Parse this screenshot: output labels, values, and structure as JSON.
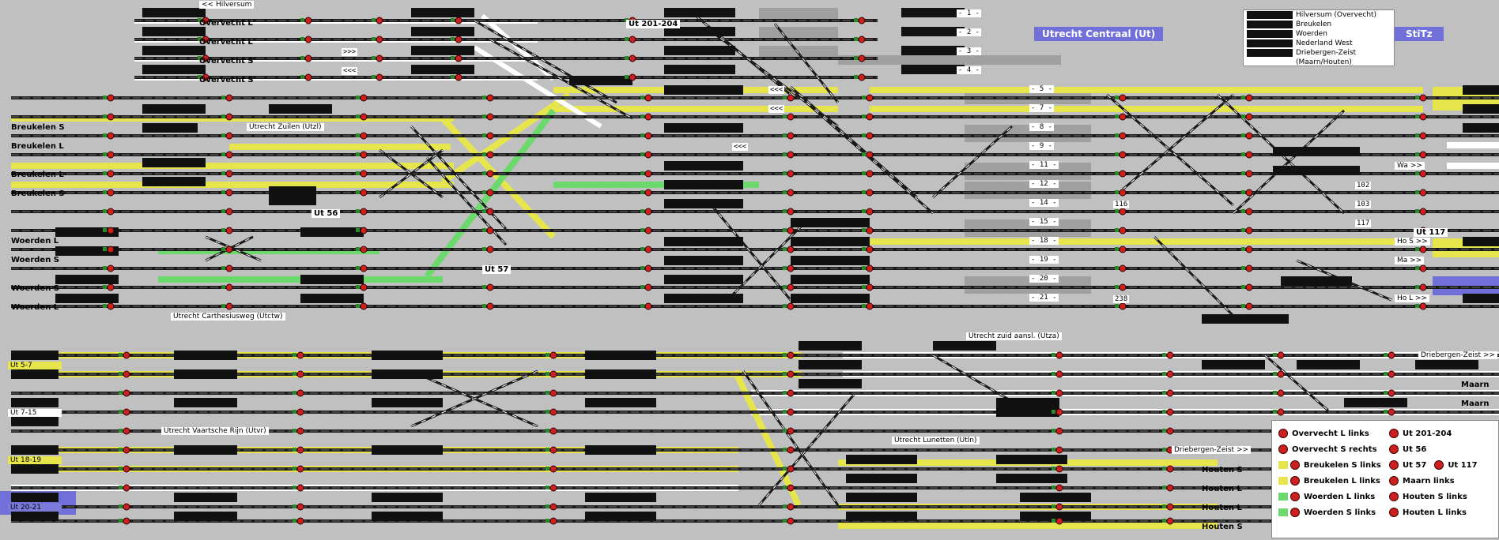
{
  "stations": {
    "main": "Utrecht Centraal (Ut)",
    "stitz": "StiTz"
  },
  "top_tags": {
    "hilversum": "<< Hilversum",
    "ut_201_204": "Ut 201-204",
    "utrecht_zuilen": "Utrecht Zuilen (Utzl)",
    "ut_56": "Ut 56",
    "ut_57": "Ut 57",
    "ut_117": "Ut 117",
    "carthesius": "Utrecht Carthesiusweg (Utctw)",
    "vaartsche": "Utrecht Vaartsche Rijn (Utvr)",
    "zuid_aansl": "Utrecht zuid aansl. (Utza)",
    "lunetten": "Utrecht Lunetten (Utln)",
    "driebergen_top": "Driebergen-Zeist >>",
    "driebergen_bottom": "Driebergen-Zeist >>",
    "ho_s": "Ho S >>",
    "ho_l": "Ho L >>",
    "wa": "Wa >>",
    "ma": "Ma >>"
  },
  "left_labels": [
    "Overvecht L",
    "Overvecht L",
    "Overvecht S",
    "Overvecht S",
    "Breukelen S",
    "Breukelen L",
    "Breukelen L",
    "Breukelen S",
    "Woerden L",
    "Woerden S",
    "Woerden S",
    "Woerden L"
  ],
  "right_labels": [
    "Maarn",
    "Maarn",
    "Houten S",
    "Houten L",
    "Houten L",
    "Houten S"
  ],
  "track_numbers": [
    "1",
    "2",
    "3",
    "4",
    "5",
    "7",
    "8",
    "9",
    "11",
    "12",
    "14",
    "15",
    "18",
    "19",
    "20",
    "21"
  ],
  "side_numbers": [
    "102",
    "103",
    "117",
    "116",
    "238"
  ],
  "bottom_tracks": [
    "Ut 5-7",
    "Ut 7-15",
    "Ut 18-19",
    "Ut 20-21"
  ],
  "direction_marks": {
    "left1": ">>>",
    "left2": "<<<",
    "left3": "<<<",
    "left4": "<<<",
    "left5": "<<<"
  },
  "top_legend": [
    "Hilversum (Overvecht)",
    "Breukelen",
    "Woerden",
    "Nederland West",
    "Driebergen-Zeist",
    "(Maarn/Houten)"
  ],
  "legend_left": [
    {
      "label": "Overvecht L links",
      "kind": "dot"
    },
    {
      "label": "Overvecht S rechts",
      "kind": "dot"
    },
    {
      "label": "Breukelen S links",
      "kind": "yellow"
    },
    {
      "label": "Breukelen L links",
      "kind": "yellow"
    },
    {
      "label": "Woerden L links",
      "kind": "green"
    },
    {
      "label": "Woerden S links",
      "kind": "green"
    }
  ],
  "legend_right": [
    {
      "label": "Ut 201-204",
      "kind": "dot"
    },
    {
      "label": "Ut 56",
      "kind": "dot"
    },
    {
      "label": "Ut 57",
      "kind": "dot",
      "extra": "Ut 117"
    },
    {
      "label": "Maarn links",
      "kind": "dot"
    },
    {
      "label": "Houten S links",
      "kind": "dot"
    },
    {
      "label": "Houten L links",
      "kind": "dot"
    }
  ],
  "colors": {
    "background": "#c0c0c0",
    "track": "#1a1a1a",
    "route_yellow": "#e6e64c",
    "route_green": "#6cd96c",
    "route_white": "#ffffff",
    "station_blue": "#7070d8",
    "signal_red": "#cc2020",
    "signal_green": "#2a8a2a"
  }
}
